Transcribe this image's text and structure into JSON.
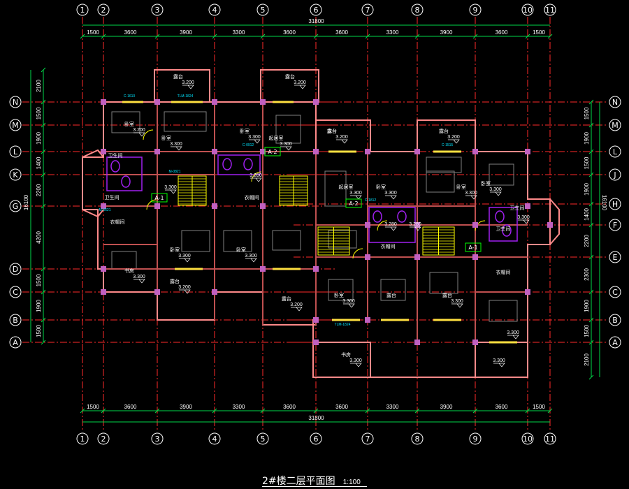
{
  "colors": {
    "background": "#000000",
    "axis_line": "#ff2a2a",
    "dim_line": "#00d84a",
    "dim_text": "#ffffff",
    "wall": "#ff8a8a",
    "wall_inner": "#c05050",
    "column": "#c060c0",
    "window": "#ffe040",
    "door": "#ffff00",
    "stair": "#ffff00",
    "room_text": "#ffffff",
    "code_text": "#00e5ff",
    "fixture": "#a020f0",
    "furniture": "#7f7f7f",
    "bubble": "#ffffff",
    "tag_box": "#00ff00"
  },
  "title": {
    "main": "2#楼二层平面图",
    "scale": "1:100"
  },
  "grid": {
    "vertical_top": [
      "1",
      "2",
      "3",
      "4",
      "5",
      "6",
      "7",
      "8",
      "9",
      "10",
      "11"
    ],
    "vertical_bottom": [
      "1",
      "2",
      "3",
      "4",
      "5",
      "6",
      "7",
      "8",
      "9",
      "10",
      "11"
    ],
    "horizontal_left": [
      "N",
      "M",
      "L",
      "K",
      "G",
      "D",
      "C",
      "B",
      "A"
    ],
    "horizontal_right": [
      "N",
      "M",
      "L",
      "J",
      "H",
      "F",
      "E",
      "C",
      "B",
      "A"
    ]
  },
  "dimensions": {
    "overall_width": "31800",
    "overall_height": "16100",
    "top_segments": [
      "1500",
      "3600",
      "3900",
      "3300",
      "3600",
      "3600",
      "3300",
      "3900",
      "3600",
      "1500"
    ],
    "bottom_segments": [
      "1500",
      "3600",
      "3900",
      "3300",
      "3600",
      "3600",
      "3300",
      "3900",
      "3600",
      "1500"
    ],
    "left_segments": [
      "2100",
      "1500",
      "1900",
      "1400",
      "2200",
      "4200",
      "1500",
      "1900",
      "1500"
    ],
    "right_segments": [
      "1500",
      "1900",
      "1500",
      "1900",
      "1400",
      "2200",
      "2300",
      "1900",
      "1500",
      "2100"
    ]
  },
  "rooms": [
    {
      "name": "露台",
      "elev": "3.200"
    },
    {
      "name": "露台",
      "elev": "3.200"
    },
    {
      "name": "卧室",
      "elev": "3.300"
    },
    {
      "name": "卧室",
      "elev": "3.300"
    },
    {
      "name": "卧室",
      "elev": "3.200"
    },
    {
      "name": "起居室",
      "elev": "3.300"
    },
    {
      "name": "露台",
      "elev": "3.200"
    },
    {
      "name": "露台",
      "elev": "3.200"
    },
    {
      "name": "卫生间",
      "elev": ""
    },
    {
      "name": "卫生间",
      "elev": ""
    },
    {
      "name": "",
      "elev": "3.280"
    },
    {
      "name": "",
      "elev": "3.280"
    },
    {
      "name": "",
      "elev": "3.280"
    },
    {
      "name": "",
      "elev": "3.300"
    },
    {
      "name": "衣帽间",
      "elev": ""
    },
    {
      "name": "衣帽间",
      "elev": ""
    },
    {
      "name": "起居室",
      "elev": "3.300"
    },
    {
      "name": "卧室",
      "elev": "3.300"
    },
    {
      "name": "卧室",
      "elev": "3.300"
    },
    {
      "name": "卧室",
      "elev": "3.300"
    },
    {
      "name": "卫生间",
      "elev": ""
    },
    {
      "name": "卫生间",
      "elev": ""
    },
    {
      "name": "衣帽间",
      "elev": ""
    },
    {
      "name": "衣帽间",
      "elev": ""
    },
    {
      "name": "书房",
      "elev": "3.300"
    },
    {
      "name": "卧室",
      "elev": "3.300"
    },
    {
      "name": "卧室",
      "elev": "3.300"
    },
    {
      "name": "卧室",
      "elev": "3.300"
    },
    {
      "name": "露台",
      "elev": ""
    },
    {
      "name": "露台",
      "elev": "3.300"
    },
    {
      "name": "露台",
      "elev": "3.200"
    },
    {
      "name": "露台",
      "elev": "3.200"
    },
    {
      "name": "露台",
      "elev": ""
    },
    {
      "name": "书房",
      "elev": "3.300"
    },
    {
      "name": "",
      "elev": "3.300"
    },
    {
      "name": "",
      "elev": "3.300"
    },
    {
      "name": "",
      "elev": "3.300"
    }
  ],
  "unit_tags": [
    "A-1",
    "A-2",
    "A-2",
    "A-1"
  ],
  "codes": [
    "C-1610",
    "TLM-1824",
    "C-0912",
    "M-0821",
    "M-0621",
    "C-1515",
    "C-1812",
    "TLM-1824"
  ]
}
